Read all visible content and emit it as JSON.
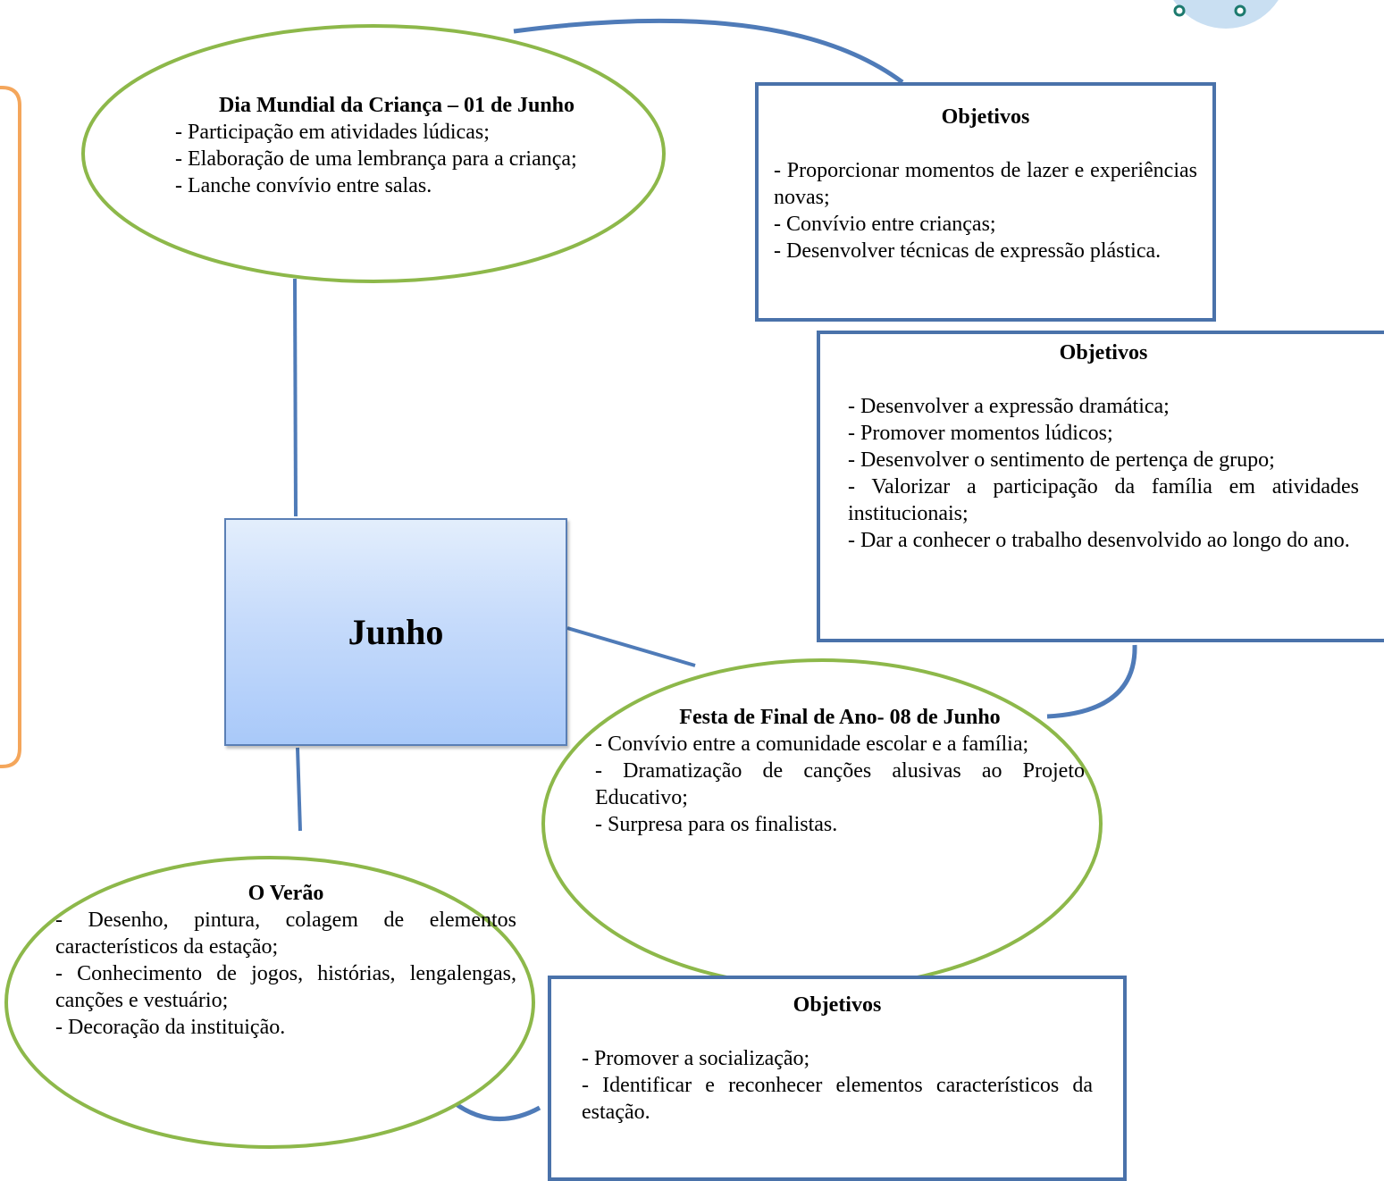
{
  "center": {
    "label": "Junho"
  },
  "dia_crianca": {
    "title": "Dia Mundial da Criança – 01 de Junho",
    "lines": [
      "- Participação em atividades lúdicas;",
      "- Elaboração de uma lembrança para a criança;",
      "- Lanche convívio entre salas."
    ]
  },
  "objetivos_1": {
    "title": "Objetivos",
    "lines": [
      "- Proporcionar momentos de lazer e experiências novas;",
      "- Convívio entre crianças;",
      "- Desenvolver técnicas de expressão plástica."
    ]
  },
  "objetivos_2": {
    "title": "Objetivos",
    "lines": [
      "- Desenvolver a expressão dramática;",
      "- Promover momentos lúdicos;",
      "- Desenvolver o sentimento de pertença de grupo;",
      "- Valorizar a participação da família em atividades institucionais;",
      "- Dar a conhecer o trabalho desenvolvido ao longo do ano."
    ]
  },
  "festa": {
    "title": "Festa de Final de Ano- 08 de Junho",
    "lines": [
      "- Convívio entre a comunidade escolar e a família;",
      "- Dramatização de canções alusivas ao Projeto Educativo;",
      "- Surpresa para os finalistas."
    ]
  },
  "verao": {
    "title": "O Verão",
    "lines": [
      "- Desenho, pintura, colagem de elementos característicos da estação;",
      "- Conhecimento de jogos, histórias, lengalengas, canções e vestuário;",
      "- Decoração da instituição."
    ]
  },
  "objetivos_3": {
    "title": "Objetivos",
    "lines": [
      "- Promover a socialização;",
      "- Identificar e reconhecer elementos característicos da estação."
    ]
  },
  "colors": {
    "ellipse_border": "#8db84a",
    "box_border": "#4a72aa",
    "connector": "#4f7bb8",
    "orange_frame": "#f4a65b"
  }
}
